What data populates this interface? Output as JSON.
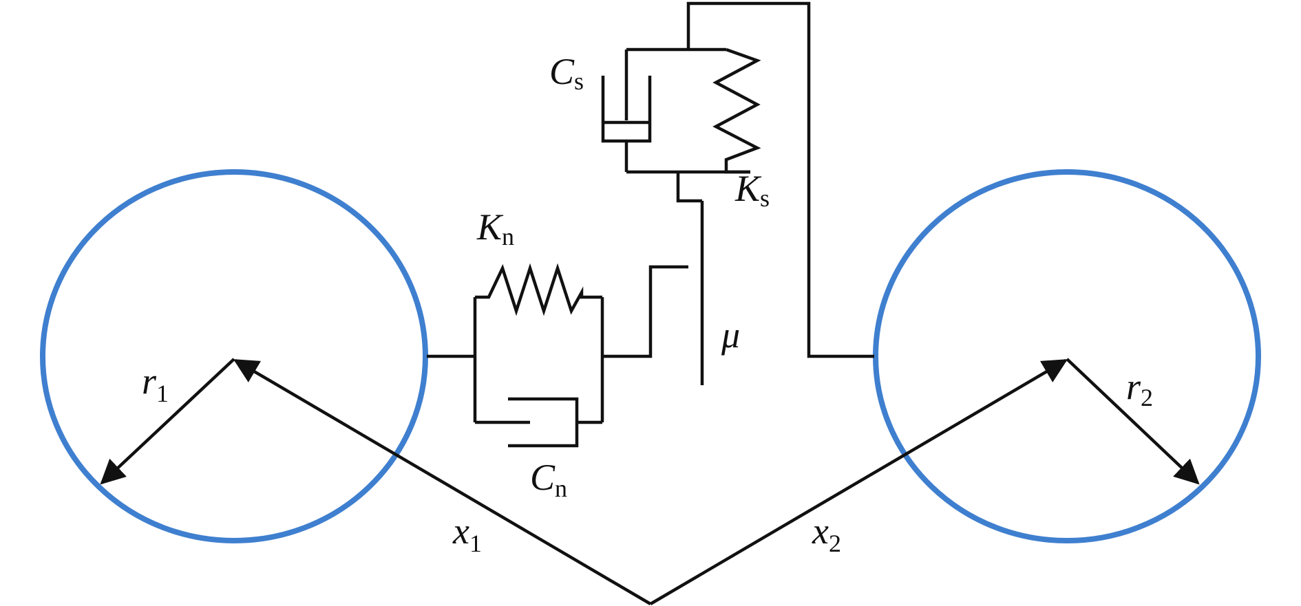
{
  "colors": {
    "particle": "#3f7fcf",
    "line": "#111111"
  },
  "labels": {
    "cs": {
      "main": "C",
      "sub": "s"
    },
    "ks": {
      "main": "K",
      "sub": "s"
    },
    "kn": {
      "main": "K",
      "sub": "n"
    },
    "cn": {
      "main": "C",
      "sub": "n"
    },
    "mu": {
      "main": "μ"
    },
    "r1": {
      "main": "r",
      "sub": "1"
    },
    "r2": {
      "main": "r",
      "sub": "2"
    },
    "x1": {
      "main": "x",
      "sub": "1"
    },
    "x2": {
      "main": "x",
      "sub": "2"
    }
  }
}
